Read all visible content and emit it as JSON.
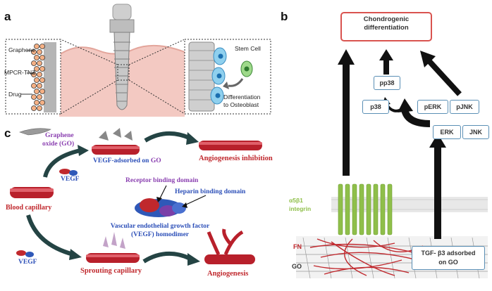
{
  "panels": {
    "a": "a",
    "b": "b",
    "c": "c"
  },
  "panel_a": {
    "graphene": "Graphene",
    "mpcr": "MPCR-TNZ",
    "drug": "Drug",
    "stem_cell": "Stem Cell",
    "diff_line1": "Differentiation",
    "diff_line2": "to Osteoblast"
  },
  "panel_b": {
    "target_line1": "Chondrogenic",
    "target_line2": "differentiation",
    "pp38": "pp38",
    "p38": "p38",
    "perk": "pERK",
    "pjnk": "pJNK",
    "erk": "ERK",
    "jnk": "JNK",
    "integrin_line1": "α5β1",
    "integrin_line2": "integrin",
    "fn": "FN",
    "go": "GO",
    "tgf_line1": "TGF- β3 adsorbed",
    "tgf_line2": "on GO"
  },
  "panel_c": {
    "graphene_oxide_line1": "Graphene",
    "graphene_oxide_line2": "oxide (GO)",
    "vegf_adsorbed": "VEGF-adsorbed on",
    "go_word": "GO",
    "angio_inhibition": "Angiogenesis inhibition",
    "vegf1": "VEGF",
    "receptor": "Receptor binding domain",
    "heparin": "Heparin binding domain",
    "blood_capillary": "Blood capillary",
    "vegf_line1": "Vascular endothelial growth factor",
    "vegf_line2": "(VEGF) homodimer",
    "vegf2": "VEGF",
    "sprouting": "Sprouting capillary",
    "angiogenesis": "Angiogenesis"
  },
  "colors": {
    "box_border": "#5a8fb5",
    "target_border": "#d9534f",
    "red_text": "#c0282d",
    "purple_text": "#8a3fb0",
    "blue_text": "#2c4fb8",
    "integrin_green": "#8fbf4a"
  }
}
